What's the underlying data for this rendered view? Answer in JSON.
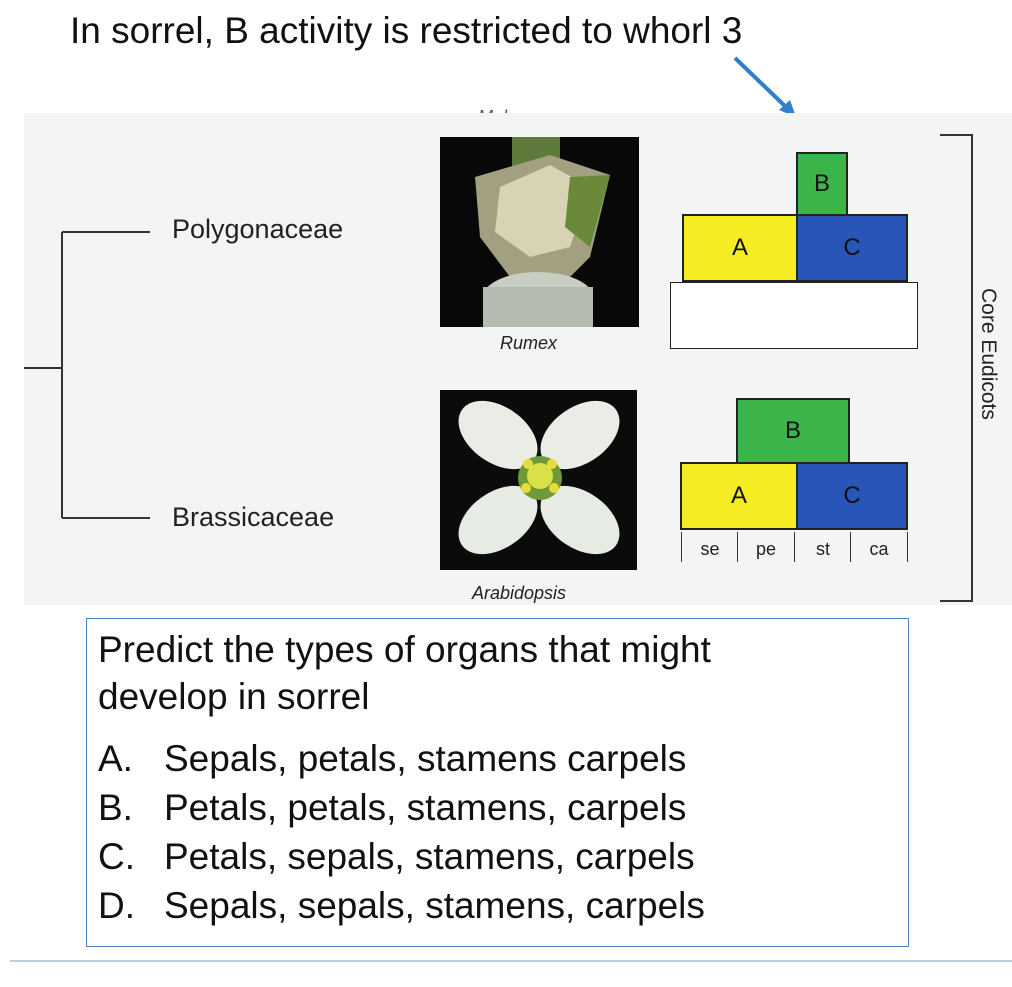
{
  "headline": "In sorrel, B activity is restricted to whorl 3",
  "figure": {
    "cut_caption": "Malacaya",
    "families": {
      "top": "Polygonaceae",
      "bottom": "Brassicaceae"
    },
    "genera": {
      "top": "Rumex",
      "bottom": "Arabidopsis"
    },
    "model_labels": {
      "a": "A",
      "b": "B",
      "c": "C"
    },
    "whorls": [
      "se",
      "pe",
      "st",
      "ca"
    ],
    "clade": "Core Eudicots",
    "colors": {
      "a": "#f5ec24",
      "b": "#3bb54a",
      "c": "#2a55b8",
      "arrow": "#2e80c8"
    }
  },
  "question": {
    "prompt_line1": "Predict the types of organs that might",
    "prompt_line2": "develop in sorrel",
    "options": [
      {
        "letter": "A.",
        "text": "Sepals, petals, stamens carpels"
      },
      {
        "letter": "B.",
        "text": "Petals, petals, stamens, carpels"
      },
      {
        "letter": "C.",
        "text": "Petals, sepals, stamens, carpels"
      },
      {
        "letter": "D.",
        "text": "Sepals, sepals, stamens, carpels"
      }
    ]
  }
}
